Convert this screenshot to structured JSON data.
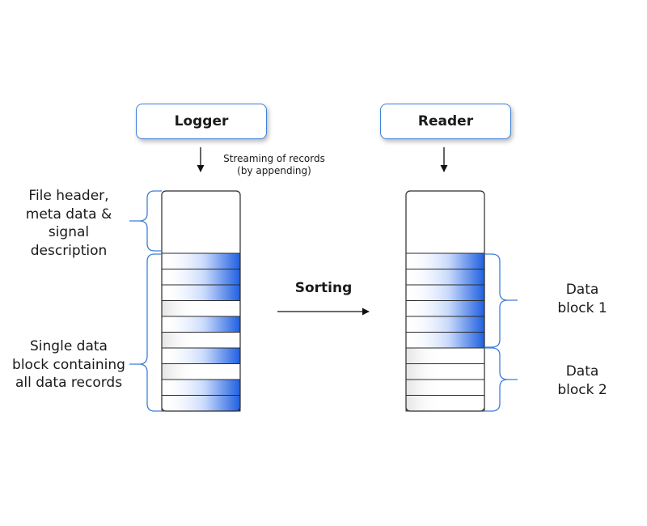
{
  "logger": {
    "label": "Logger"
  },
  "reader": {
    "label": "Reader"
  },
  "streaming_note": {
    "line1": "Streaming of records",
    "line2": "(by appending)"
  },
  "sorting": {
    "label": "Sorting"
  },
  "logger_annotations": {
    "header": [
      "File header,",
      "meta data &",
      "signal",
      "description"
    ],
    "data": [
      "Single data",
      "block containing",
      "all data records"
    ]
  },
  "reader_annotations": {
    "block1": [
      "Data",
      "block 1"
    ],
    "block2": [
      "Data",
      "block 2"
    ]
  },
  "logger_file": {
    "records": 10,
    "highlighted_records": [
      1,
      2,
      3,
      5,
      7,
      9,
      10
    ]
  },
  "reader_file": {
    "records": 10,
    "highlighted_records": [
      1,
      2,
      3,
      4,
      5,
      6
    ]
  },
  "colors": {
    "accent": "#1f5fe0",
    "border": "#2b2b2b",
    "bracket": "#3f7fd6"
  }
}
